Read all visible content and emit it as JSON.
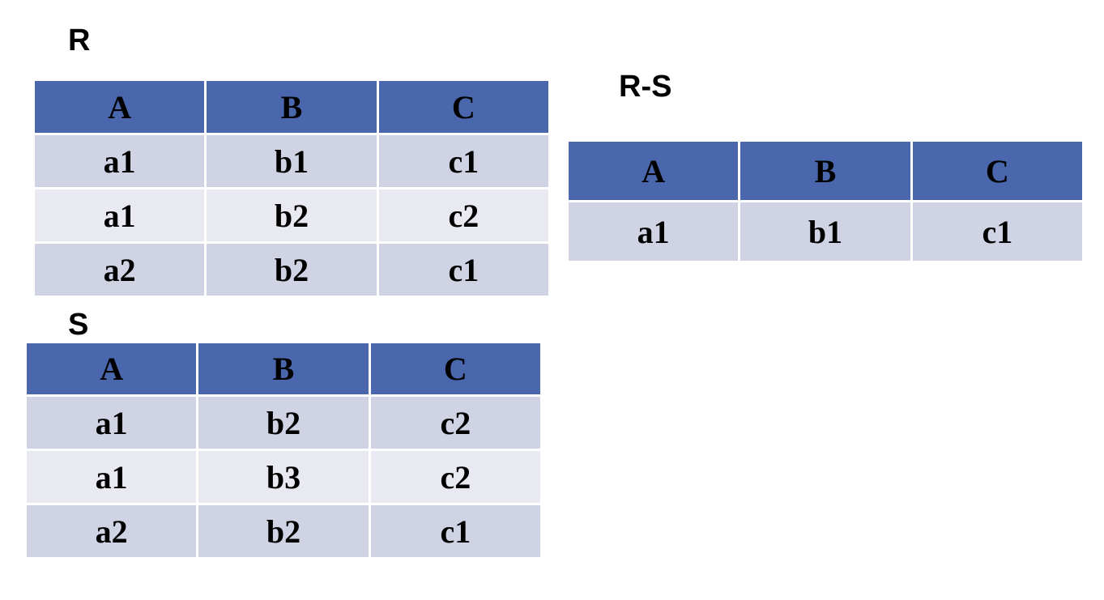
{
  "relation_r": {
    "title": "R",
    "headers": [
      "A",
      "B",
      "C"
    ],
    "rows": [
      [
        "a1",
        "b1",
        "c1"
      ],
      [
        "a1",
        "b2",
        "c2"
      ],
      [
        "a2",
        "b2",
        "c1"
      ]
    ]
  },
  "relation_rs": {
    "title": "R-S",
    "headers": [
      "A",
      "B",
      "C"
    ],
    "rows": [
      [
        "a1",
        "b1",
        "c1"
      ]
    ]
  },
  "relation_s": {
    "title": "S",
    "headers": [
      "A",
      "B",
      "C"
    ],
    "rows": [
      [
        "a1",
        "b2",
        "c2"
      ],
      [
        "a1",
        "b3",
        "c2"
      ],
      [
        "a2",
        "b2",
        "c1"
      ]
    ]
  },
  "colors": {
    "header_bg": "#4a66ad",
    "row_dark": "#cfd3e4",
    "row_light": "#e8e9f1"
  }
}
